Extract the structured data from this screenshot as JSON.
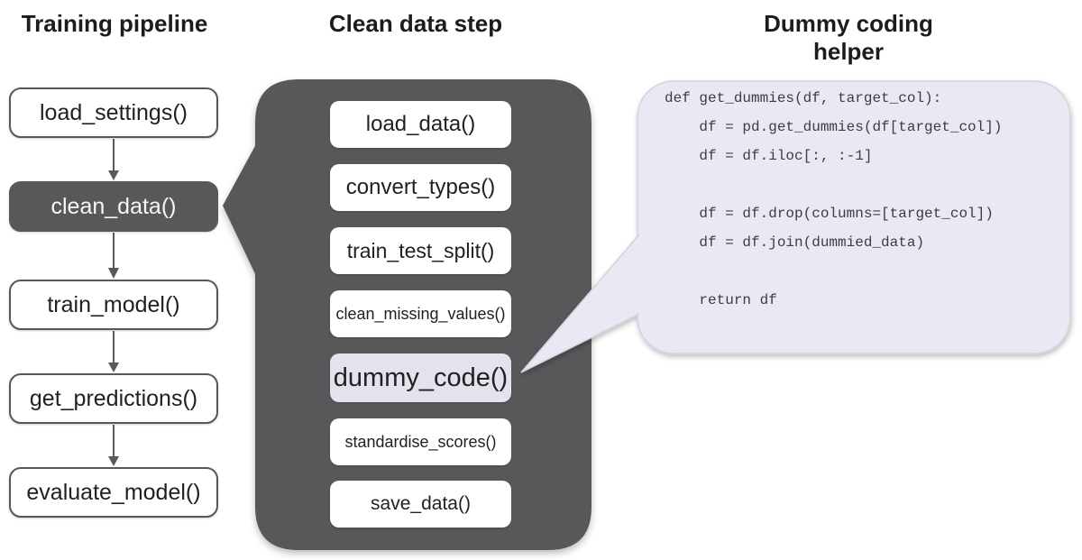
{
  "pipeline": {
    "title": "Training pipeline",
    "steps": [
      {
        "label": "load_settings()"
      },
      {
        "label": "clean_data()"
      },
      {
        "label": "train_model()"
      },
      {
        "label": "get_predictions()"
      },
      {
        "label": "evaluate_model()"
      }
    ],
    "highlighted_step": "clean_data()"
  },
  "clean_step": {
    "title": "Clean data step",
    "steps": [
      {
        "label": "load_data()"
      },
      {
        "label": "convert_types()"
      },
      {
        "label": "train_test_split()"
      },
      {
        "label": "clean_missing_values()"
      },
      {
        "label": "dummy_code()"
      },
      {
        "label": "standardise_scores()"
      },
      {
        "label": "save_data()"
      }
    ],
    "highlighted_step": "dummy_code()"
  },
  "helper": {
    "title": "Dummy coding helper",
    "code_lines": [
      "def get_dummies(df, target_col):",
      "    df = pd.get_dummies(df[target_col])",
      "    df = df.iloc[:, :-1]",
      "",
      "    df = df.drop(columns=[target_col])",
      "    df = df.join(dummied_data)",
      "",
      "    return df"
    ]
  },
  "colors": {
    "dark_gray": "#58585a",
    "lavender_bubble": "#e9e9f4",
    "lavender_highlight": "#e3e3ee",
    "box_text": "#212121",
    "code_text": "#3d3d3d",
    "background": "#ffffff"
  }
}
